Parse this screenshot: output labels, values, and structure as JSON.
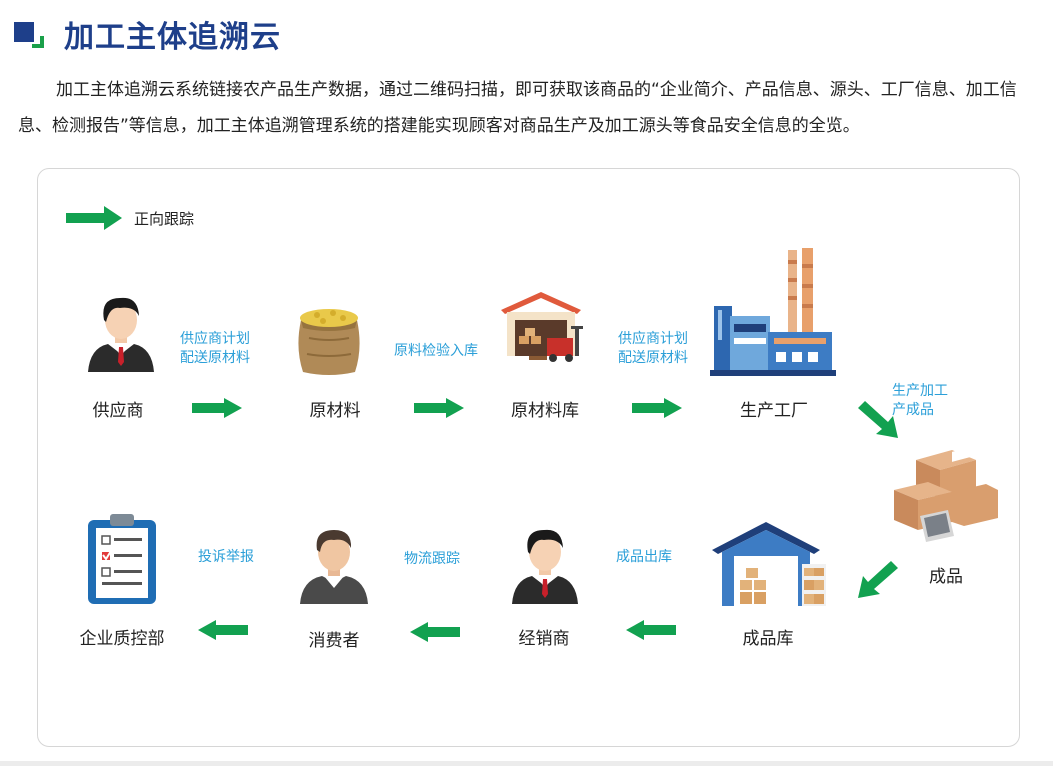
{
  "header": {
    "title": "加工主体追溯云"
  },
  "intro": {
    "text": "加工主体追溯云系统链接农产品生产数据，通过二维码扫描，即可获取该商品的“企业简介、产品信息、源头、工厂信息、加工信息、检测报告”等信息，加工主体追溯管理系统的搭建能实现顾客对商品生产及加工源头等食品安全信息的全览。"
  },
  "legend": {
    "label": "正向跟踪",
    "arrow_color": "#12a150"
  },
  "colors": {
    "title": "#1e3f8a",
    "accent_green": "#1aa04a",
    "edge_label": "#2b9fd8"
  },
  "nodes": {
    "supplier": "供应商",
    "raw_material": "原材料",
    "raw_warehouse": "原材料库",
    "factory": "生产工厂",
    "product": "成品",
    "product_warehouse": "成品库",
    "distributor": "经销商",
    "consumer": "消费者",
    "quality_dept": "企业质控部"
  },
  "edges": {
    "supplier_to_raw": [
      "供应商计划",
      "配送原材料"
    ],
    "raw_to_warehouse": [
      "原料检验入库"
    ],
    "warehouse_to_factory": [
      "供应商计划",
      "配送原材料"
    ],
    "factory_to_product": [
      "生产加工",
      "产成品"
    ],
    "warehouse_to_distributor": [
      "成品出库"
    ],
    "distributor_to_consumer": [
      "物流跟踪"
    ],
    "consumer_to_quality": [
      "投诉举报"
    ]
  }
}
